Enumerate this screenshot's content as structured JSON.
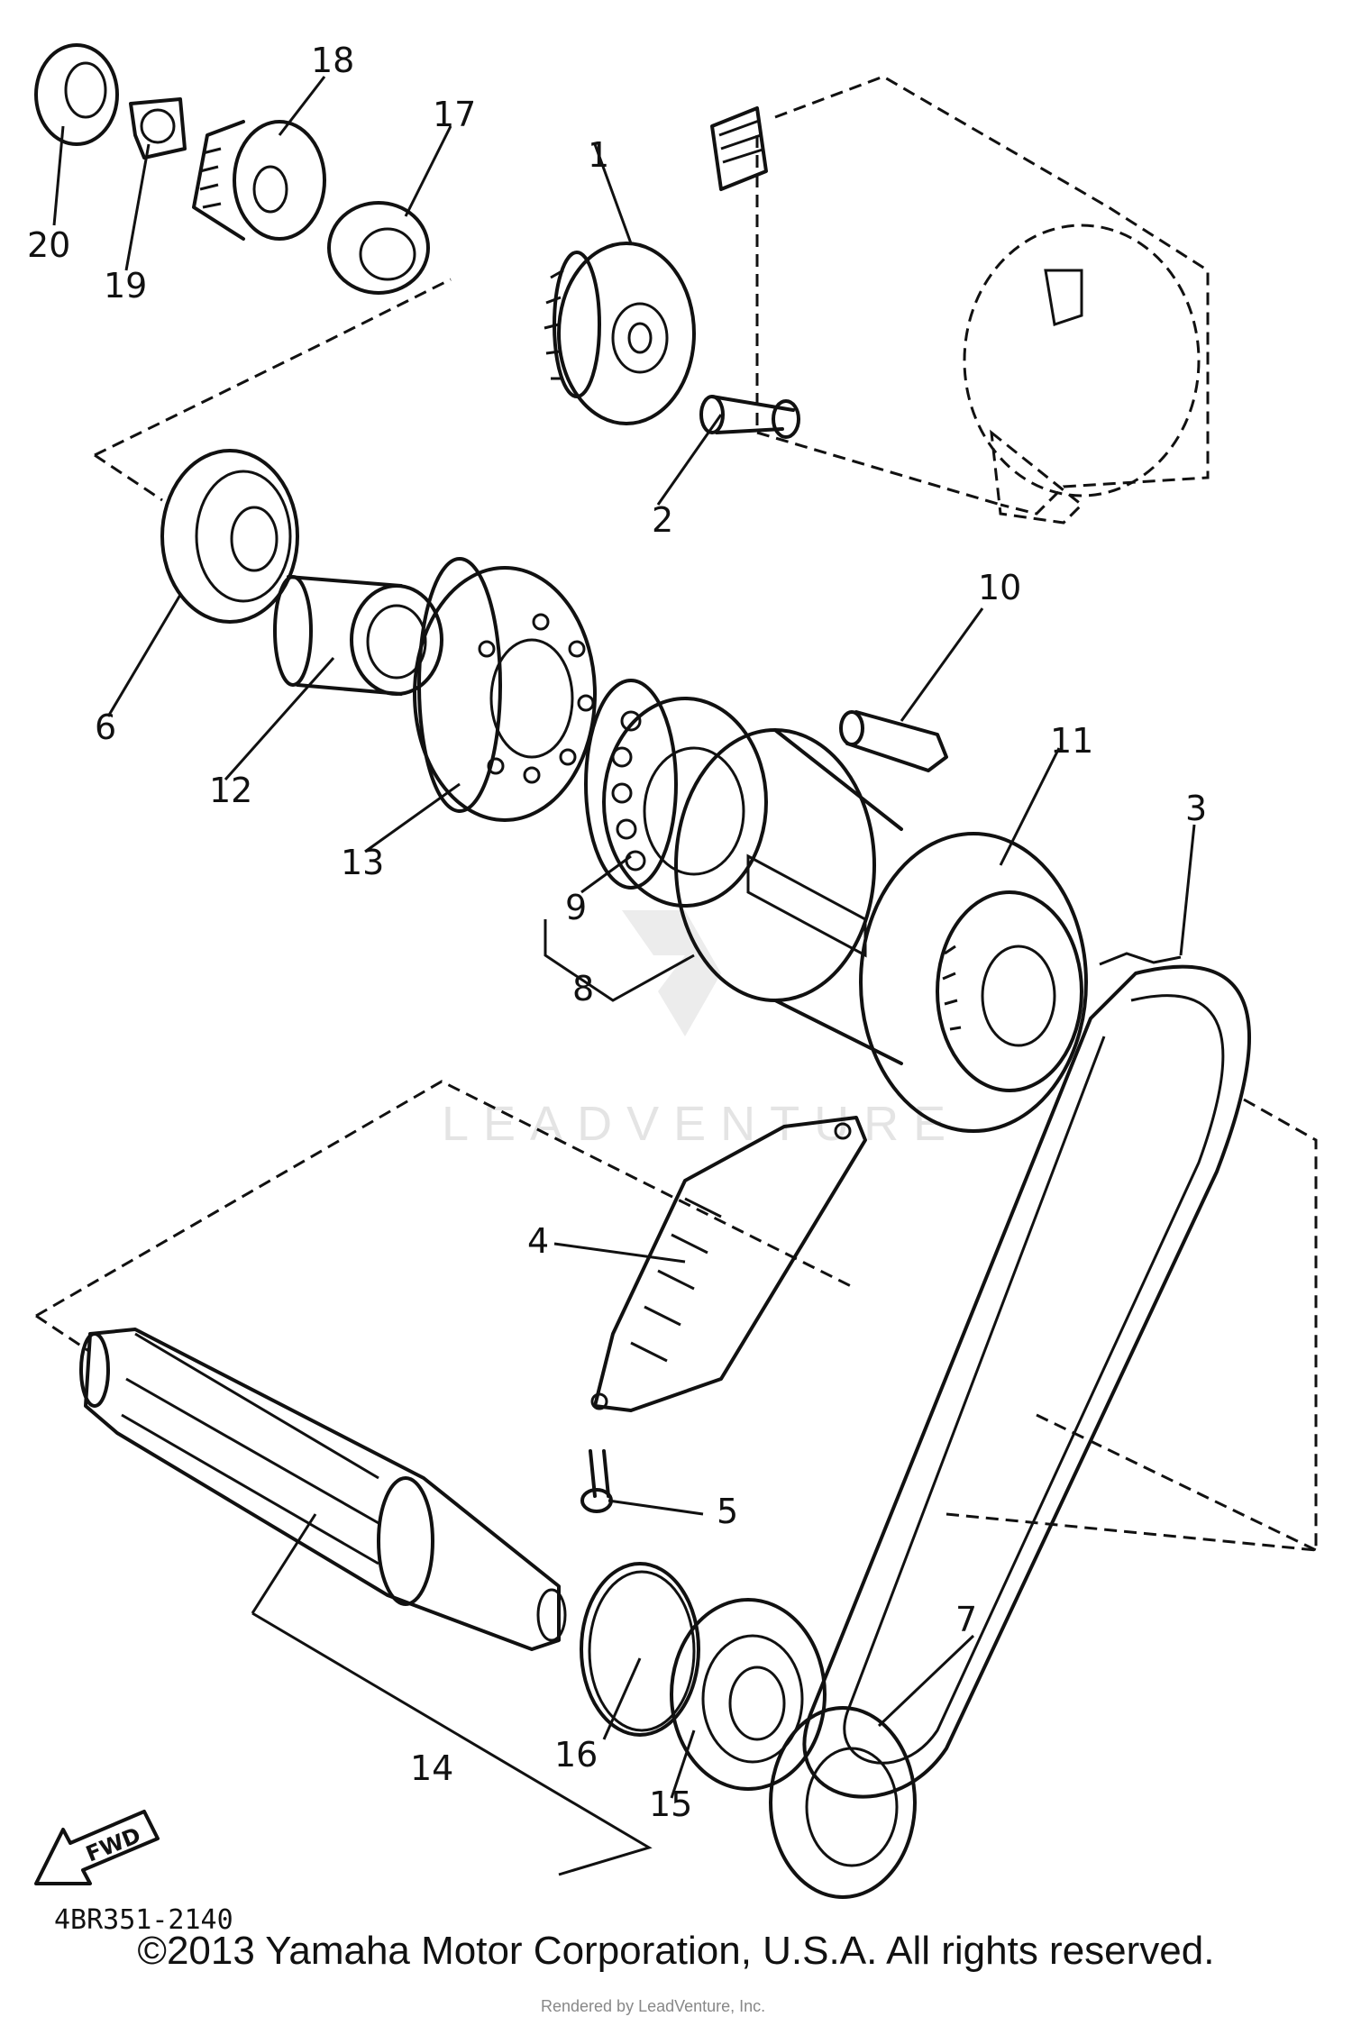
{
  "part_labels": [
    "1",
    "2",
    "3",
    "4",
    "5",
    "6",
    "7",
    "8",
    "9",
    "10",
    "11",
    "12",
    "13",
    "14",
    "15",
    "16",
    "17",
    "18",
    "19",
    "20"
  ],
  "diagram_code": "4BR351-2140",
  "fwd_label": "FWD",
  "watermark": "LEADVENTURE",
  "credit": "Rendered by LeadVenture, Inc.",
  "copyright": "©2013 Yamaha Motor Corporation, U.S.A. All rights reserved."
}
